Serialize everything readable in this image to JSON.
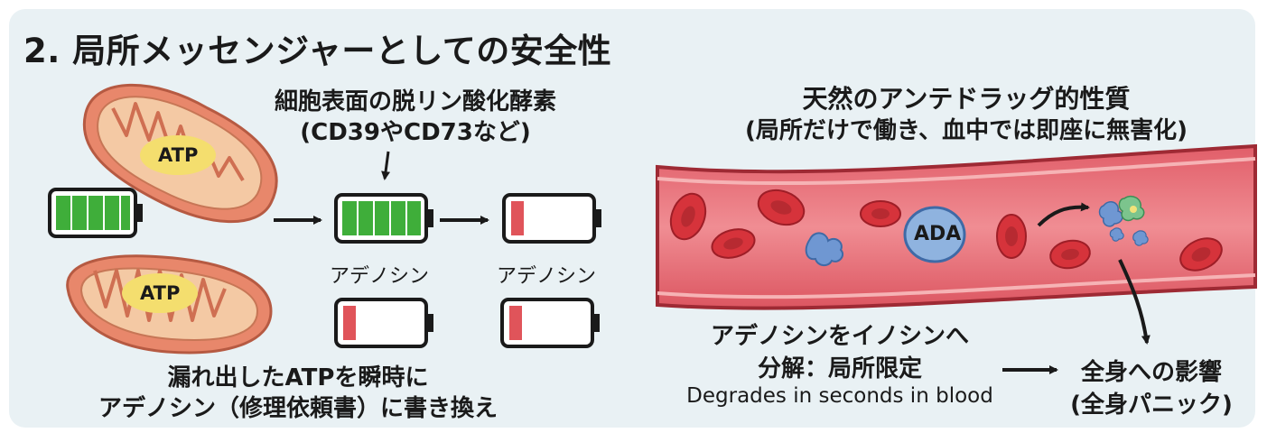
{
  "title": "2. 局所メッセンジャーとしての安全性",
  "enzyme": {
    "line1": "細胞表面の脱リン酸化酵素",
    "line2": "(CD39やCD73など)"
  },
  "mito_labels": [
    "ATP",
    "ATP"
  ],
  "adenosine_labels": [
    "アデノシン",
    "アデノシン"
  ],
  "bottom_left": {
    "line1": "漏れ出したATPを瞬時に",
    "line2": "アデノシン（修理依頼書）に書き換え"
  },
  "drug": {
    "line1": "天然のアンテドラッグ的性質",
    "line2": "(局所だけで働き、血中では即座に無害化)"
  },
  "ada_label": "ADA",
  "inosine": {
    "line1": "アデノシンをイノシンへ",
    "line2": "分解：局所限定",
    "line3": "Degrades in seconds in blood"
  },
  "systemic": {
    "line1": "全身への影響",
    "line2": "(全身パニック)"
  },
  "battery_levels": {
    "full_left": 1.0,
    "full_mid": 1.0,
    "low_1": 0.15,
    "low_2": 0.15,
    "low_3": 0.15
  },
  "colors": {
    "battery_green": "#3fae3a",
    "battery_low": "#e0545a",
    "vessel": "#e8717a",
    "rbc": "#d6333b",
    "ada": "#8fb3df",
    "mito": "#e79077",
    "atp_badge": "#f4de6e",
    "panel_bg": "#e9f1f4"
  }
}
